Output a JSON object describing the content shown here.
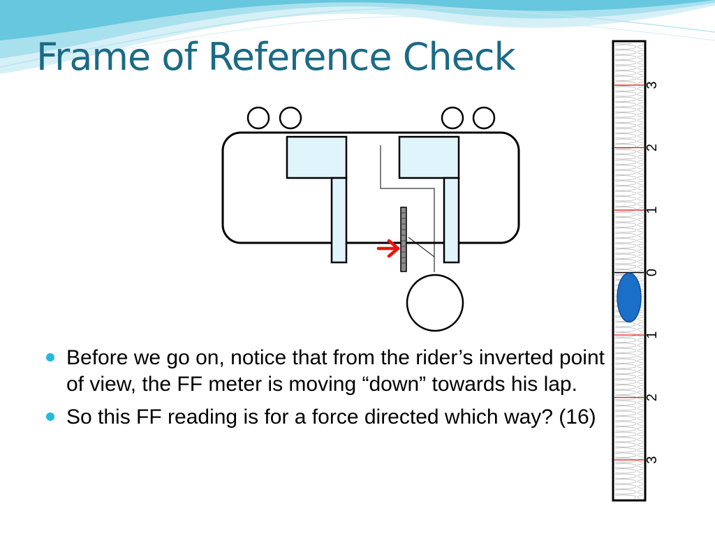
{
  "slide": {
    "title": "Frame of Reference Check",
    "bullets": [
      "Before we go on, notice that from the rider’s inverted point of view, the FF meter is moving “down” towards his lap.",
      "So this FF reading is for a force directed which way? (16)"
    ]
  },
  "meter": {
    "labels": [
      "3",
      "2",
      "1",
      "0",
      "1",
      "2",
      "3"
    ],
    "reading": 0.5
  },
  "colors": {
    "title": "#1b6a85",
    "bullet": "#27b8e0",
    "seat_fill": "#dff5fb",
    "arrow": "#ee1111",
    "marker_fill": "#1a6fc9",
    "tick_red": "#ee1111"
  }
}
